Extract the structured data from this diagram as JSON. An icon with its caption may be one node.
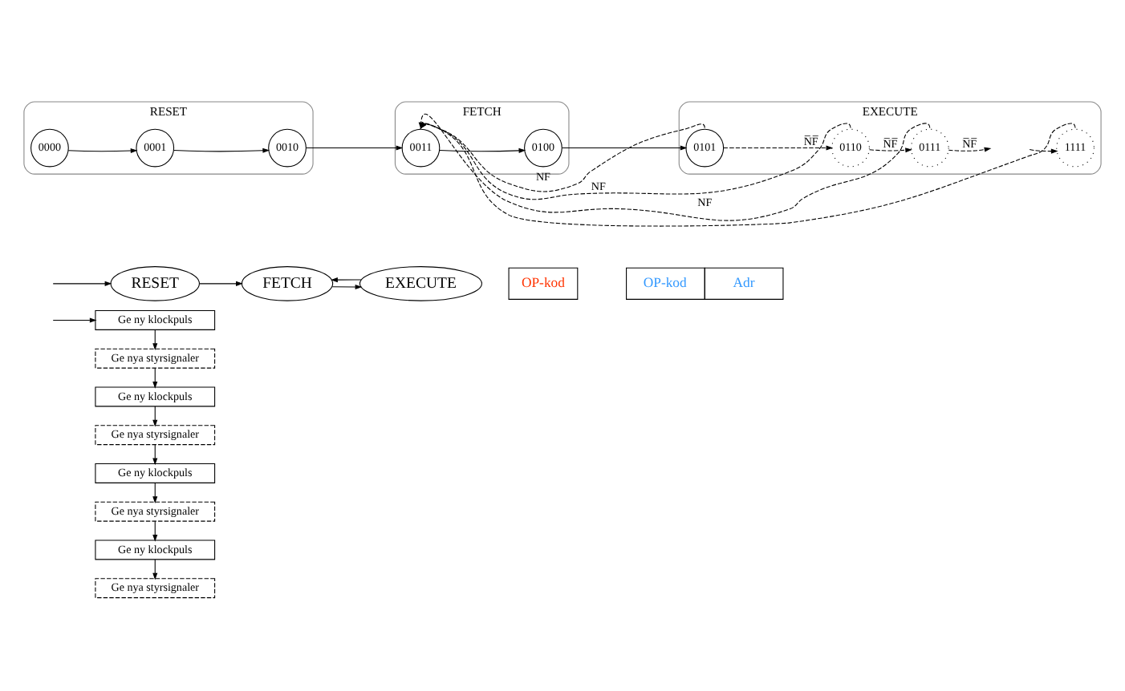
{
  "diagram": {
    "nodes": [
      {
        "text": [
          "Ge ny klockpuls"
        ]
      },
      {
        "text": [
          "Ge nya styrsignaler"
        ]
      },
      {
        "text": [
          "Ge ny klockpuls"
        ]
      },
      {
        "text": [
          "Ge nya styrsignaler"
        ]
      },
      {
        "text": [
          "Ge ny klockpuls"
        ]
      },
      {
        "text": [
          "Ge nya styrsignaler"
        ]
      },
      {
        "text": [
          "Ge ny klockpuls"
        ]
      },
      {
        "text": [
          "Ge nya styrsignaler"
        ]
      },
      {
        "text": [
          "RESET"
        ]
      },
      {
        "text": [
          "FETCH"
        ]
      },
      {
        "text": [
          "EXECUTE"
        ]
      },
      {
        "text": [
          "OP-kod"
        ]
      },
      {
        "text": [
          "OP-kod",
          "Adr"
        ]
      },
      {
        "text": [
          "RESET"
        ]
      },
      {
        "text": [
          "0000"
        ],
        "in": 13
      },
      {
        "text": [
          "0001"
        ],
        "in": 13
      },
      {
        "text": [
          "0010"
        ],
        "in": 13
      },
      {
        "text": [
          "FETCH"
        ]
      },
      {
        "text": [
          "0011"
        ],
        "in": 17
      },
      {
        "text": [
          "0100"
        ],
        "in": 17
      },
      {
        "text": [
          "EXECUTE"
        ]
      },
      {
        "text": [
          "0101"
        ],
        "in": 20
      },
      {
        "text": [
          "0110"
        ],
        "in": 20
      },
      {
        "text": [
          "0111"
        ],
        "in": 20
      },
      {
        "text": [
          "1111"
        ],
        "in": 20
      }
    ],
    "edges": [
      {
        "from": null,
        "to": 0,
        "arrow": "to"
      },
      {
        "from": 0,
        "to": 1,
        "arrow": "to"
      },
      {
        "from": 1,
        "to": 2,
        "arrow": "to"
      },
      {
        "from": 2,
        "to": 3,
        "arrow": "to"
      },
      {
        "from": 3,
        "to": 4,
        "arrow": "to"
      },
      {
        "from": 4,
        "to": 5,
        "arrow": "to"
      },
      {
        "from": 5,
        "to": 6,
        "arrow": "to"
      },
      {
        "from": 6,
        "to": 7,
        "arrow": "to"
      },
      {
        "from": null,
        "to": 8,
        "arrow": "to"
      },
      {
        "from": 8,
        "to": 9,
        "arrow": "to"
      },
      {
        "from": 9,
        "to": 10,
        "arrow": "to"
      },
      {
        "from": 10,
        "to": 9,
        "arrow": "to"
      },
      {
        "from": 14,
        "to": 15,
        "arrow": "to"
      },
      {
        "from": 15,
        "to": 16,
        "arrow": "to"
      },
      {
        "from": 16,
        "to": 18,
        "arrow": "to"
      },
      {
        "from": 18,
        "to": 19,
        "arrow": "to"
      },
      {
        "from": 19,
        "to": 21,
        "arrow": "to"
      },
      {
        "from": 21,
        "to": 22,
        "arrow": "to",
        "label": "N̅F̅",
        "style": "dashed"
      },
      {
        "from": 22,
        "to": 23,
        "arrow": "to",
        "label": "N̅F̅",
        "style": "dashed"
      },
      {
        "from": 23,
        "to": null,
        "arrow": "to",
        "label": "N̅F̅",
        "style": "dashed"
      },
      {
        "from": null,
        "to": 24,
        "arrow": "to",
        "style": "dashed"
      },
      {
        "from": 21,
        "to": 18,
        "arrow": "to",
        "label": "NF",
        "style": "dashed"
      },
      {
        "from": 22,
        "to": 18,
        "arrow": "to",
        "label": "NF",
        "style": "dashed"
      },
      {
        "from": 23,
        "to": 18,
        "arrow": "to",
        "label": "NF",
        "style": "dashed"
      },
      {
        "from": 24,
        "to": 18,
        "arrow": "to",
        "style": "dashed"
      }
    ]
  }
}
